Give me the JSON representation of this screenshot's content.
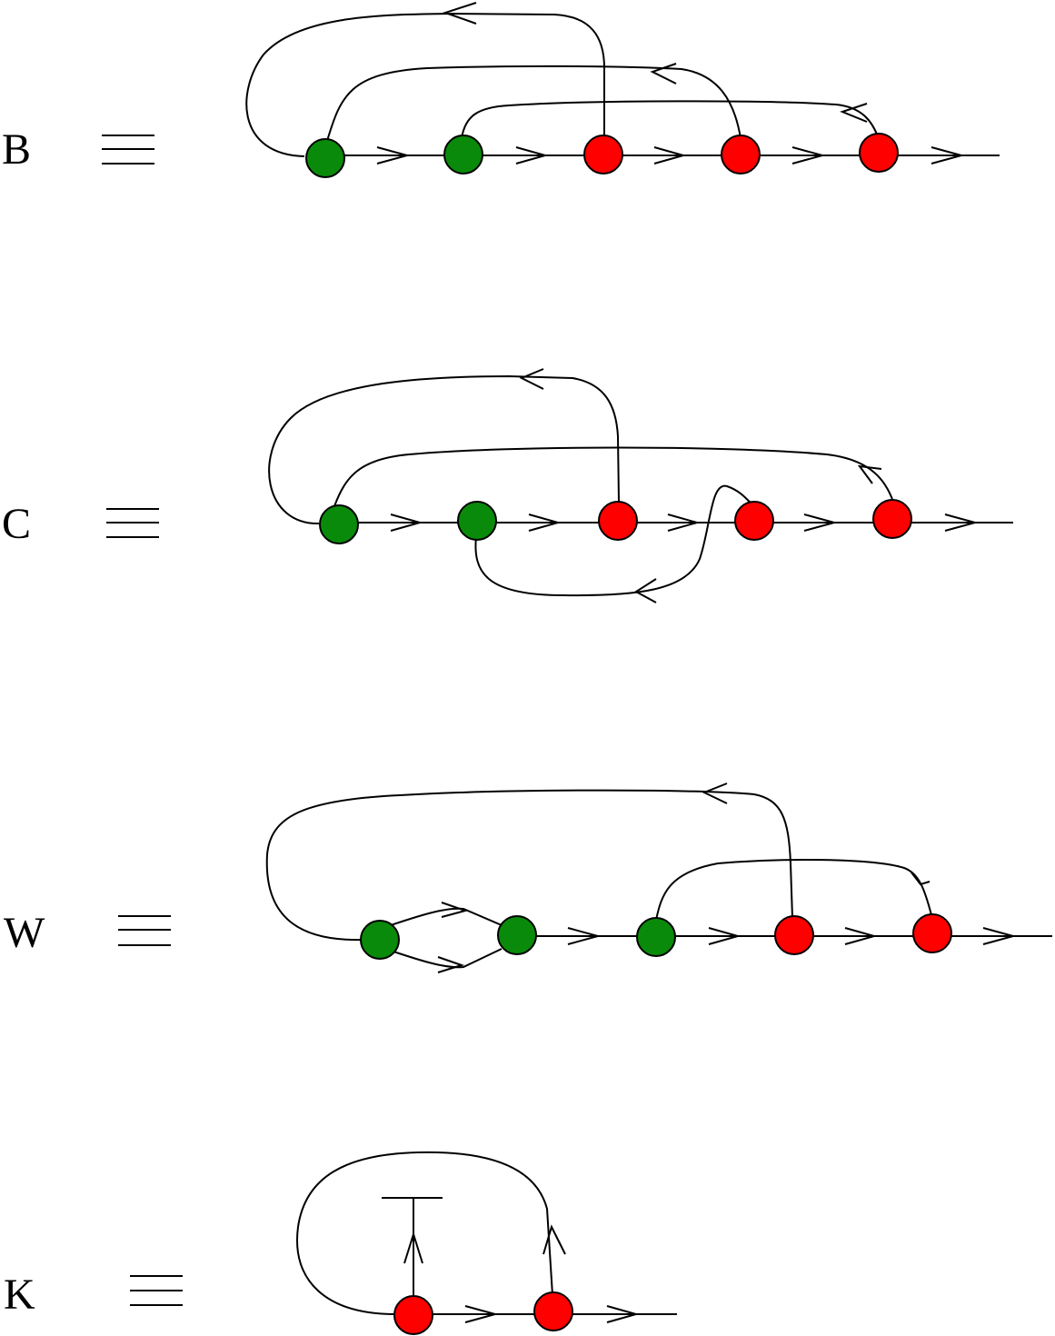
{
  "diagrams": [
    {
      "label": "B",
      "nodes": [
        "green",
        "green",
        "red",
        "red",
        "red"
      ]
    },
    {
      "label": "C",
      "nodes": [
        "green",
        "green",
        "red",
        "red",
        "red"
      ]
    },
    {
      "label": "W",
      "nodes": [
        "green",
        "green",
        "green",
        "red",
        "red"
      ]
    },
    {
      "label": "K",
      "nodes": [
        "red",
        "red"
      ]
    }
  ],
  "colors": {
    "green": "#0a8a0a",
    "red": "#ff0000",
    "line": "#000000"
  }
}
